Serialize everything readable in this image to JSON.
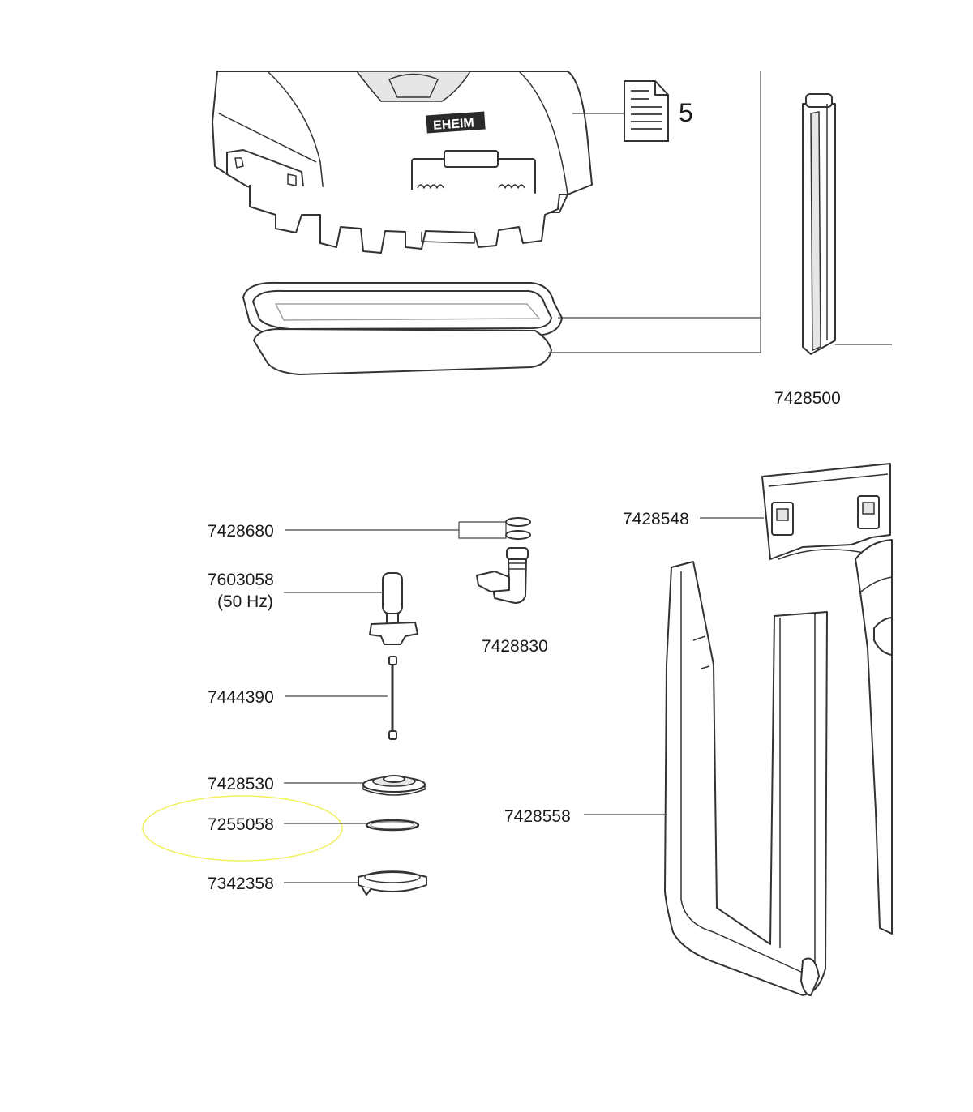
{
  "callouts": {
    "manual_ref": "5",
    "filter_screen": "7428500",
    "latch": "7428548",
    "o_rings": "7428680",
    "impeller": "7603058",
    "impeller_freq": "(50 Hz)",
    "outlet_elbow": "7428830",
    "shaft": "7444390",
    "bearing_plate": "7428530",
    "seal_ring": "7255058",
    "cover": "7342358",
    "handle": "7428558"
  },
  "brand_mark": "EHEIM",
  "highlight": {
    "target": "7255058",
    "color": "#f2ef5a"
  },
  "icons": {
    "manual": "document-icon"
  }
}
